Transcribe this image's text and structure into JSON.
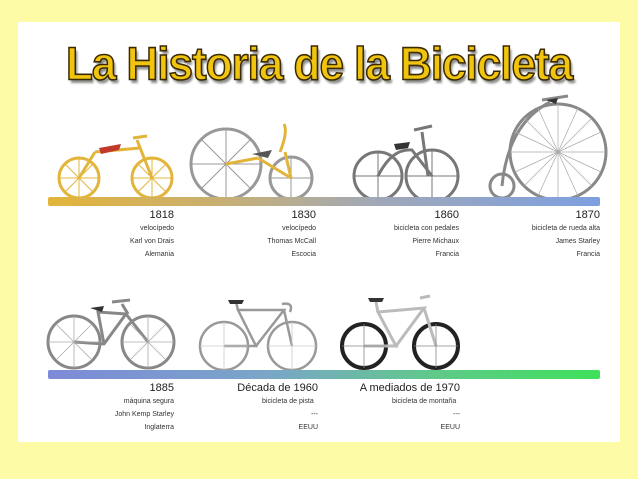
{
  "title": "La Historia de la Bicicleta",
  "colors": {
    "background": "#fefba6",
    "title_fill": "#f1c40f",
    "timeline_top": [
      "#e2b43a",
      "#7d9fe0"
    ],
    "timeline_bottom": [
      "#7d8ad8",
      "#3fe05a"
    ]
  },
  "entries": [
    {
      "year": "1818",
      "type": "velocípedo",
      "inventor": "Karl von Drais",
      "country": "Alemania",
      "icon": "draisine-bicycle-icon"
    },
    {
      "year": "1830",
      "type": "velocípedo",
      "inventor": "Thomas McCall",
      "country": "Escocia",
      "icon": "mccall-velocipede-icon"
    },
    {
      "year": "1860",
      "type": "bicicleta con pedales",
      "inventor": "Pierre Michaux",
      "country": "Francia",
      "icon": "boneshaker-bicycle-icon"
    },
    {
      "year": "1870",
      "type": "bicicleta de rueda alta",
      "inventor": "James Starley",
      "country": "Francia",
      "icon": "penny-farthing-icon"
    },
    {
      "year": "1885",
      "type": "máquina segura",
      "inventor": "John Kemp Starley",
      "country": "Inglaterra",
      "icon": "safety-bicycle-icon"
    },
    {
      "year": "Década de 1960",
      "type": "bicicleta de pista",
      "inventor": "---",
      "country": "EEUU",
      "icon": "track-bicycle-icon"
    },
    {
      "year": "A mediados de 1970",
      "type": "bicicleta de montaña",
      "inventor": "---",
      "country": "EEUU",
      "icon": "mountain-bicycle-icon"
    }
  ]
}
